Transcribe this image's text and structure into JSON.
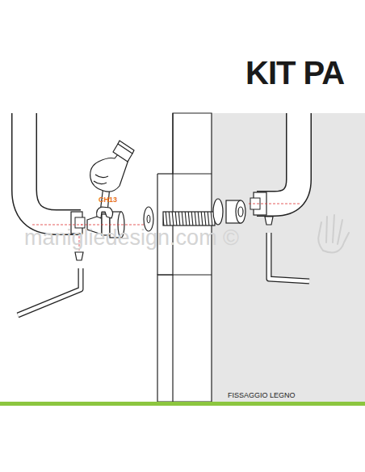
{
  "diagram": {
    "title": "KIT PA",
    "caption": "FISSAGGIO LEGNO",
    "labels": [
      "CH13",
      "manigliedesign.com ©"
    ]
  }
}
